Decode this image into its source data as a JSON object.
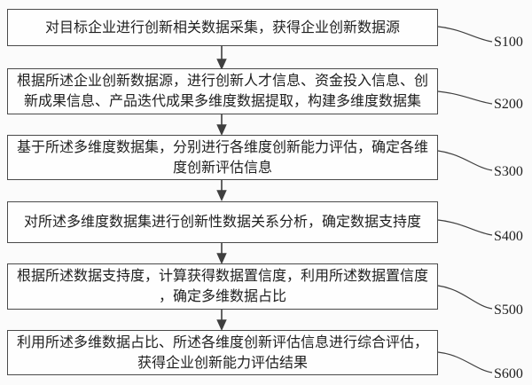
{
  "diagram": {
    "type": "flowchart",
    "steps": [
      {
        "label": "S100",
        "lines": [
          "对目标企业进行创新相关数据采集，获得企业创新数据源"
        ]
      },
      {
        "label": "S200",
        "lines": [
          "根据所述企业创新数据源，进行创新人才信息、资金投入信息、创",
          "新成果信息、产品迭代成果多维度数据提取，构建多维度数据集"
        ]
      },
      {
        "label": "S300",
        "lines": [
          "基于所述多维度数据集，分别进行各维度创新能力评估，确定各维",
          "度创新评估信息"
        ]
      },
      {
        "label": "S400",
        "lines": [
          "对所述多维度数据集进行创新性数据关系分析，确定数据支持度"
        ]
      },
      {
        "label": "S500",
        "lines": [
          "根据所述数据支持度，计算获得数据置信度，利用所述数据置信度",
          "，确定多维数据占比"
        ]
      },
      {
        "label": "S600",
        "lines": [
          "利用所述多维数据占比、所述各维度创新评估信息进行综合评估，",
          "获得企业创新能力评估结果"
        ]
      }
    ],
    "colors": {
      "box_border": "#4a4a4a",
      "text": "#1f1f1f",
      "connector_line": "#3f3f3f",
      "background": "#fbfbfb",
      "box_fill": "#fefefe"
    }
  }
}
